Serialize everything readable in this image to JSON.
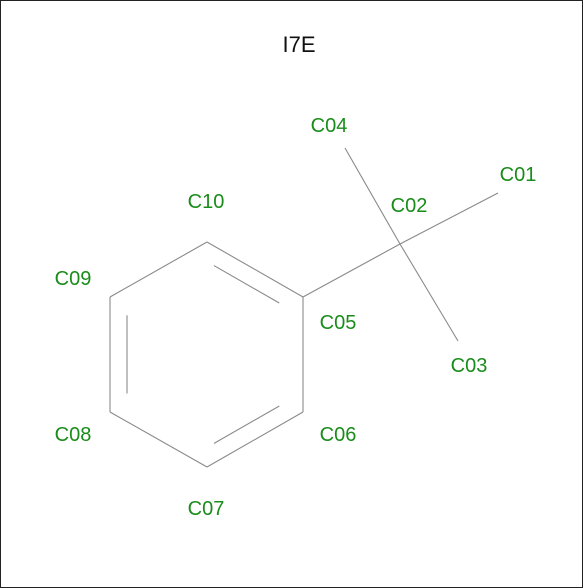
{
  "title": "I7E",
  "colors": {
    "label": "#1a8c1a",
    "bond": "#8a8a8a",
    "title": "#111111",
    "frame": "#222222",
    "background": "#ffffff"
  },
  "atoms": [
    {
      "id": "C01",
      "label": "C01"
    },
    {
      "id": "C02",
      "label": "C02"
    },
    {
      "id": "C03",
      "label": "C03"
    },
    {
      "id": "C04",
      "label": "C04"
    },
    {
      "id": "C05",
      "label": "C05"
    },
    {
      "id": "C06",
      "label": "C06"
    },
    {
      "id": "C07",
      "label": "C07"
    },
    {
      "id": "C08",
      "label": "C08"
    },
    {
      "id": "C09",
      "label": "C09"
    },
    {
      "id": "C10",
      "label": "C10"
    }
  ],
  "bonds": [
    {
      "a": "C01",
      "b": "C02",
      "order": 1
    },
    {
      "a": "C02",
      "b": "C05",
      "order": 1
    },
    {
      "a": "C04",
      "b": "C02",
      "order": 1
    },
    {
      "a": "C02",
      "b": "C03",
      "order": 1
    },
    {
      "a": "C05",
      "b": "C10",
      "order": 2
    },
    {
      "a": "C10",
      "b": "C09",
      "order": 1
    },
    {
      "a": "C09",
      "b": "C08",
      "order": 2
    },
    {
      "a": "C08",
      "b": "C07",
      "order": 1
    },
    {
      "a": "C07",
      "b": "C06",
      "order": 2
    },
    {
      "a": "C06",
      "b": "C05",
      "order": 1
    }
  ]
}
